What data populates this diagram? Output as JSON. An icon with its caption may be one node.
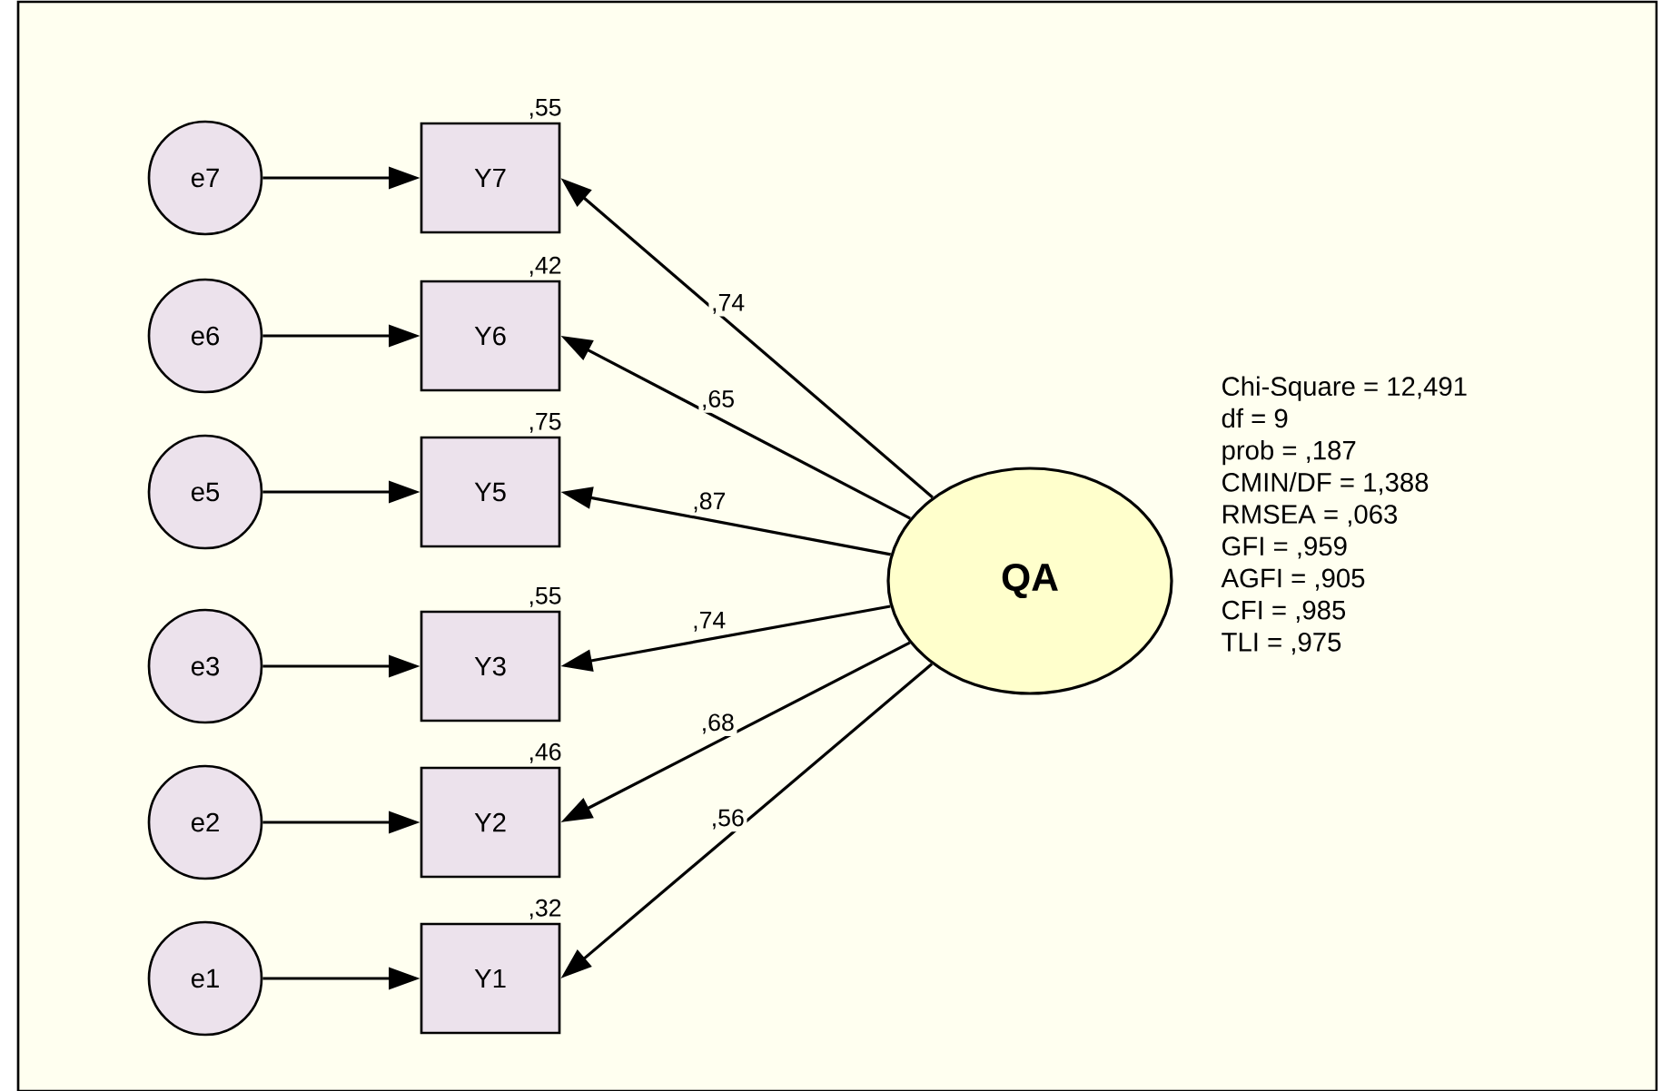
{
  "diagram": {
    "nodes": [
      {
        "text": [
          "e7"
        ]
      },
      {
        "text": [
          "e6"
        ]
      },
      {
        "text": [
          "e5"
        ]
      },
      {
        "text": [
          "e3"
        ]
      },
      {
        "text": [
          "e2"
        ]
      },
      {
        "text": [
          "e1"
        ]
      },
      {
        "text": [
          "Y7"
        ],
        "beside": [
          ",55"
        ]
      },
      {
        "text": [
          "Y6"
        ],
        "beside": [
          ",42"
        ]
      },
      {
        "text": [
          "Y5"
        ],
        "beside": [
          ",75"
        ]
      },
      {
        "text": [
          "Y3"
        ],
        "beside": [
          ",55"
        ]
      },
      {
        "text": [
          "Y2"
        ],
        "beside": [
          ",46"
        ]
      },
      {
        "text": [
          "Y1"
        ],
        "beside": [
          ",32"
        ]
      },
      {
        "text": [
          "QA"
        ]
      }
    ],
    "edges": [
      {
        "from": 0,
        "to": 6,
        "arrow": "to"
      },
      {
        "from": 1,
        "to": 7,
        "arrow": "to"
      },
      {
        "from": 2,
        "to": 8,
        "arrow": "to"
      },
      {
        "from": 3,
        "to": 9,
        "arrow": "to"
      },
      {
        "from": 4,
        "to": 10,
        "arrow": "to"
      },
      {
        "from": 5,
        "to": 11,
        "arrow": "to"
      },
      {
        "from": 12,
        "to": 6,
        "arrow": "to",
        "label": ",74"
      },
      {
        "from": 12,
        "to": 7,
        "arrow": "to",
        "label": ",65"
      },
      {
        "from": 12,
        "to": 8,
        "arrow": "to",
        "label": ",87"
      },
      {
        "from": 12,
        "to": 9,
        "arrow": "to",
        "label": ",74"
      },
      {
        "from": 12,
        "to": 10,
        "arrow": "to",
        "label": ",68"
      },
      {
        "from": 12,
        "to": 11,
        "arrow": "to",
        "label": ",56"
      }
    ],
    "labels": [
      "Chi-Square = 12,491",
      "df = 9",
      "prob = ,187",
      "CMIN/DF = 1,388",
      "RMSEA = ,063",
      "GFI = ,959",
      "AGFI = ,905",
      "CFI = ,985",
      "TLI = ,975"
    ]
  }
}
